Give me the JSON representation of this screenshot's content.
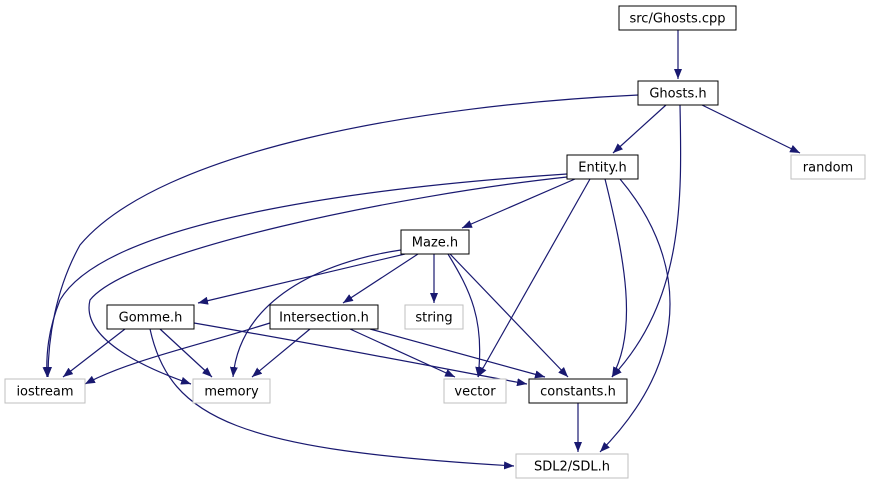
{
  "diagram": {
    "title": "src/Ghosts.cpp",
    "colors": {
      "edge": "#191970",
      "root_fill": "#bfbfbf",
      "project_border": "#000000",
      "system_border": "#bfbfbf",
      "background": "#ffffff"
    },
    "nodes": [
      {
        "id": "ghosts_cpp",
        "label": "src/Ghosts.cpp",
        "kind": "root"
      },
      {
        "id": "ghosts_h",
        "label": "Ghosts.h",
        "kind": "project"
      },
      {
        "id": "entity_h",
        "label": "Entity.h",
        "kind": "project"
      },
      {
        "id": "random",
        "label": "random",
        "kind": "system"
      },
      {
        "id": "maze_h",
        "label": "Maze.h",
        "kind": "project"
      },
      {
        "id": "gomme_h",
        "label": "Gomme.h",
        "kind": "project"
      },
      {
        "id": "intersection_h",
        "label": "Intersection.h",
        "kind": "project"
      },
      {
        "id": "string",
        "label": "string",
        "kind": "system"
      },
      {
        "id": "iostream",
        "label": "iostream",
        "kind": "system"
      },
      {
        "id": "memory",
        "label": "memory",
        "kind": "system"
      },
      {
        "id": "vector",
        "label": "vector",
        "kind": "system"
      },
      {
        "id": "constants_h",
        "label": "constants.h",
        "kind": "project"
      },
      {
        "id": "sdl_h",
        "label": "SDL2/SDL.h",
        "kind": "system"
      }
    ],
    "edges": [
      {
        "from": "ghosts_cpp",
        "to": "ghosts_h"
      },
      {
        "from": "ghosts_h",
        "to": "entity_h"
      },
      {
        "from": "ghosts_h",
        "to": "random"
      },
      {
        "from": "ghosts_h",
        "to": "iostream"
      },
      {
        "from": "ghosts_h",
        "to": "constants_h"
      },
      {
        "from": "entity_h",
        "to": "maze_h"
      },
      {
        "from": "entity_h",
        "to": "iostream"
      },
      {
        "from": "entity_h",
        "to": "memory"
      },
      {
        "from": "entity_h",
        "to": "vector"
      },
      {
        "from": "entity_h",
        "to": "constants_h"
      },
      {
        "from": "entity_h",
        "to": "sdl_h"
      },
      {
        "from": "maze_h",
        "to": "gomme_h"
      },
      {
        "from": "maze_h",
        "to": "intersection_h"
      },
      {
        "from": "maze_h",
        "to": "string"
      },
      {
        "from": "maze_h",
        "to": "memory"
      },
      {
        "from": "maze_h",
        "to": "vector"
      },
      {
        "from": "maze_h",
        "to": "constants_h"
      },
      {
        "from": "gomme_h",
        "to": "iostream"
      },
      {
        "from": "gomme_h",
        "to": "memory"
      },
      {
        "from": "gomme_h",
        "to": "constants_h"
      },
      {
        "from": "gomme_h",
        "to": "sdl_h"
      },
      {
        "from": "intersection_h",
        "to": "iostream"
      },
      {
        "from": "intersection_h",
        "to": "memory"
      },
      {
        "from": "intersection_h",
        "to": "vector"
      },
      {
        "from": "intersection_h",
        "to": "constants_h"
      },
      {
        "from": "constants_h",
        "to": "sdl_h"
      }
    ]
  }
}
